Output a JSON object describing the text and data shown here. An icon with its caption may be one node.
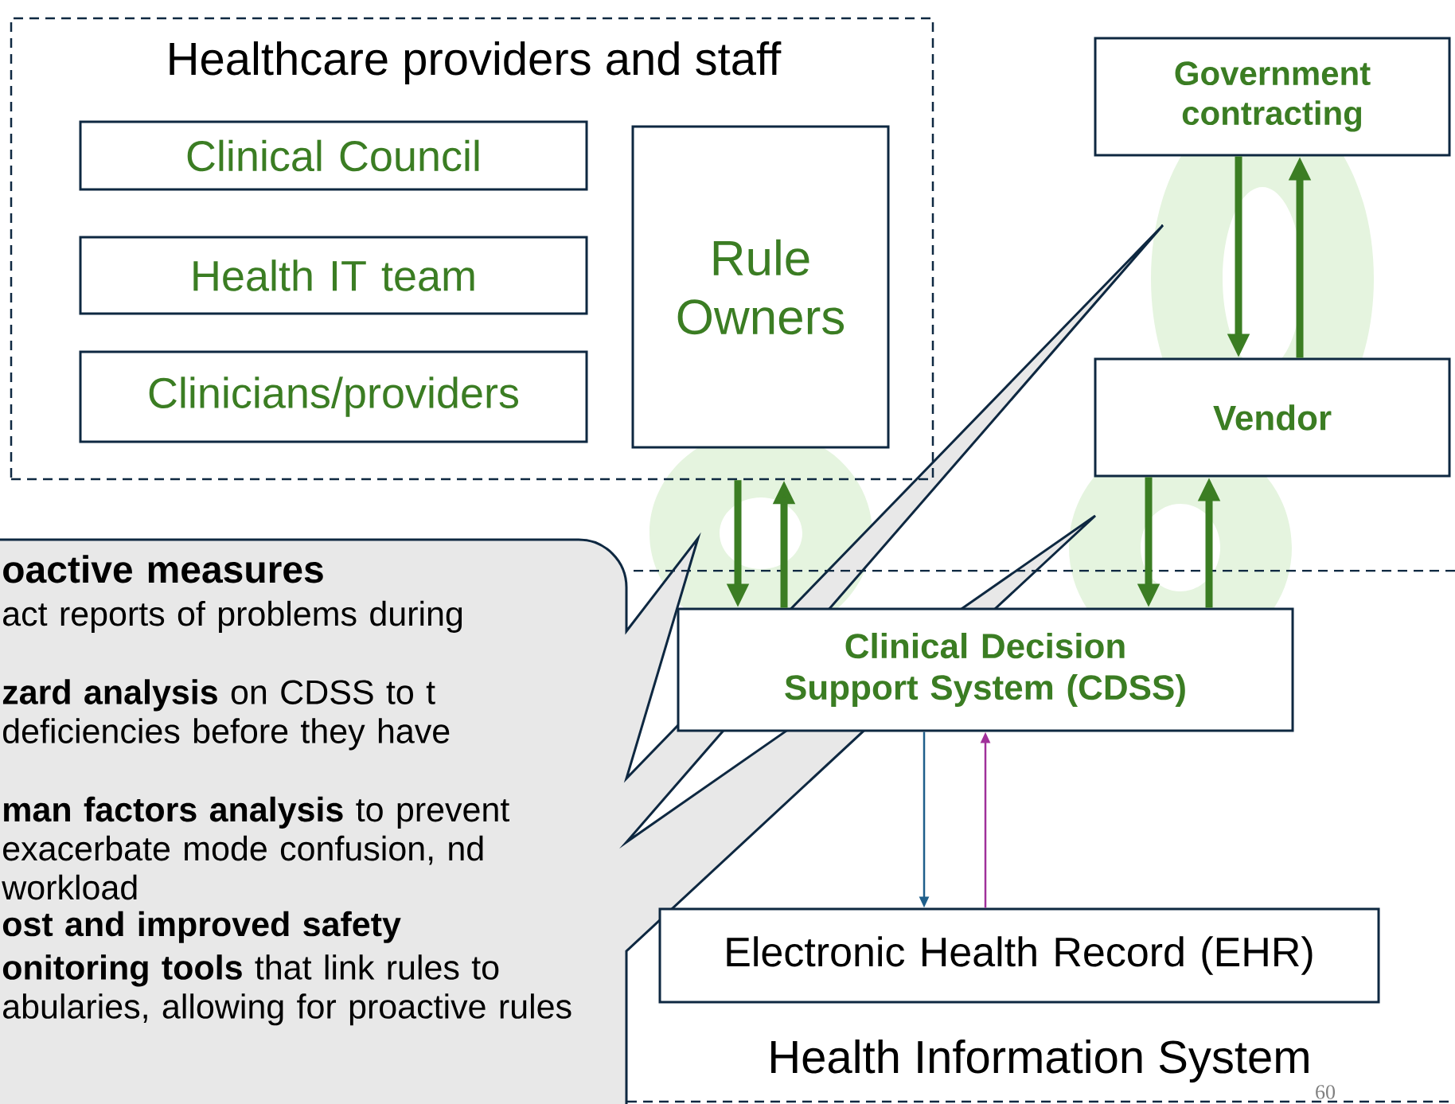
{
  "diagram": {
    "nodes": [
      {
        "text": [
          "Healthcare providers and staff"
        ]
      },
      {
        "text": [
          "Clinical Council"
        ],
        "in": 0
      },
      {
        "text": [
          "Health IT team"
        ],
        "in": 0
      },
      {
        "text": [
          "Clinicians/providers"
        ],
        "in": 0
      },
      {
        "text": [
          "Rule Owners"
        ],
        "in": 0
      },
      {
        "text": [
          "Government contracting"
        ]
      },
      {
        "text": [
          "Vendor"
        ]
      },
      {
        "text": [
          "Health Information System"
        ]
      },
      {
        "text": [
          "Clinical Decision Support System (CDSS)"
        ],
        "in": 7
      },
      {
        "text": [
          "Electronic Health Record (EHR)"
        ],
        "in": 7
      },
      {
        "text": [
          "oactive measures",
          "act reports of problems during",
          "**zard analysis** on CDSS to t deficiencies before they have",
          "**man factors analysis** to prevent exacerbate mode confusion, nd workload",
          "ost and improved safety",
          "**onitoring tools** that link rules to abularies, allowing for proactive rules"
        ]
      }
    ],
    "edges": [
      {
        "from": 0,
        "to": 8,
        "arrow": "to"
      },
      {
        "from": 8,
        "to": 0,
        "arrow": "to"
      },
      {
        "from": 5,
        "to": 6,
        "arrow": "to"
      },
      {
        "from": 6,
        "to": 5,
        "arrow": "to"
      },
      {
        "from": 6,
        "to": 8,
        "arrow": "to"
      },
      {
        "from": 8,
        "to": 6,
        "arrow": "to"
      },
      {
        "from": 8,
        "to": 9,
        "arrow": "to",
        "color": "#1f5f8b"
      },
      {
        "from": 9,
        "to": 8,
        "arrow": "to",
        "color": "#a0309a"
      }
    ],
    "labels": [
      "60"
    ]
  }
}
